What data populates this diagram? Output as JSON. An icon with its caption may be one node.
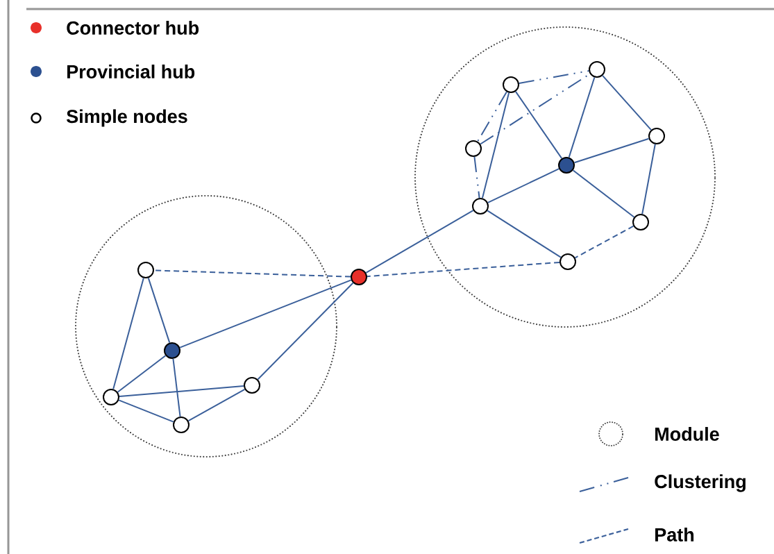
{
  "diagram": {
    "nodes": [
      {
        "text": [],
        "shape": "circle"
      },
      {
        "text": [],
        "shape": "circle",
        "in": 0
      },
      {
        "text": [],
        "shape": "circle",
        "in": 0
      },
      {
        "text": [],
        "shape": "circle",
        "in": 0
      },
      {
        "text": [],
        "shape": "circle",
        "in": 0
      },
      {
        "text": [],
        "shape": "circle",
        "in": 0
      },
      {
        "text": [],
        "shape": "circle",
        "in": 0
      },
      {
        "text": [],
        "shape": "circle",
        "in": 0
      },
      {
        "text": [],
        "shape": "circle",
        "in": 0
      },
      {
        "text": [],
        "shape": "circle"
      },
      {
        "text": [],
        "shape": "circle"
      },
      {
        "text": [],
        "shape": "circle",
        "in": 10
      },
      {
        "text": [],
        "shape": "circle",
        "in": 10
      },
      {
        "text": [],
        "shape": "circle",
        "in": 10
      },
      {
        "text": [],
        "shape": "circle",
        "in": 10
      },
      {
        "text": [],
        "shape": "circle",
        "in": 10
      }
    ],
    "edges": [
      {
        "from": 1,
        "to": 2,
        "arrow": "none",
        "style": "dashed"
      },
      {
        "from": 1,
        "to": 3,
        "arrow": "none",
        "style": "dashed"
      },
      {
        "from": 3,
        "to": 2,
        "arrow": "none",
        "style": "dashed"
      },
      {
        "from": 3,
        "to": 6,
        "arrow": "none",
        "style": "dashed"
      },
      {
        "from": 1,
        "to": 6,
        "arrow": "none"
      },
      {
        "from": 1,
        "to": 5,
        "arrow": "none"
      },
      {
        "from": 2,
        "to": 5,
        "arrow": "none"
      },
      {
        "from": 2,
        "to": 4,
        "arrow": "none"
      },
      {
        "from": 4,
        "to": 5,
        "arrow": "none"
      },
      {
        "from": 4,
        "to": 7,
        "arrow": "none"
      },
      {
        "from": 5,
        "to": 6,
        "arrow": "none"
      },
      {
        "from": 5,
        "to": 7,
        "arrow": "none"
      },
      {
        "from": 6,
        "to": 8,
        "arrow": "none"
      },
      {
        "from": 6,
        "to": 9,
        "arrow": "none"
      },
      {
        "from": 7,
        "to": 8,
        "arrow": "none",
        "style": "dashed"
      },
      {
        "from": 8,
        "to": 9,
        "arrow": "none",
        "style": "dashed"
      },
      {
        "from": 9,
        "to": 11,
        "arrow": "none",
        "style": "dashed"
      },
      {
        "from": 11,
        "to": 12,
        "arrow": "none"
      },
      {
        "from": 11,
        "to": 14,
        "arrow": "none"
      },
      {
        "from": 12,
        "to": 9,
        "arrow": "none"
      },
      {
        "from": 12,
        "to": 14,
        "arrow": "none"
      },
      {
        "from": 12,
        "to": 15,
        "arrow": "none"
      },
      {
        "from": 14,
        "to": 13,
        "arrow": "none"
      },
      {
        "from": 14,
        "to": 15,
        "arrow": "none"
      },
      {
        "from": 15,
        "to": 13,
        "arrow": "none"
      },
      {
        "from": 13,
        "to": 9,
        "arrow": "none"
      }
    ],
    "legend": [
      {
        "text": "Connector hub",
        "color": "#e8302a"
      },
      {
        "text": "Provincial hub",
        "color": "#2c5090"
      },
      {
        "text": "Simple nodes"
      },
      {
        "text": "Module"
      },
      {
        "text": "Clustering"
      },
      {
        "text": "Path"
      }
    ]
  }
}
